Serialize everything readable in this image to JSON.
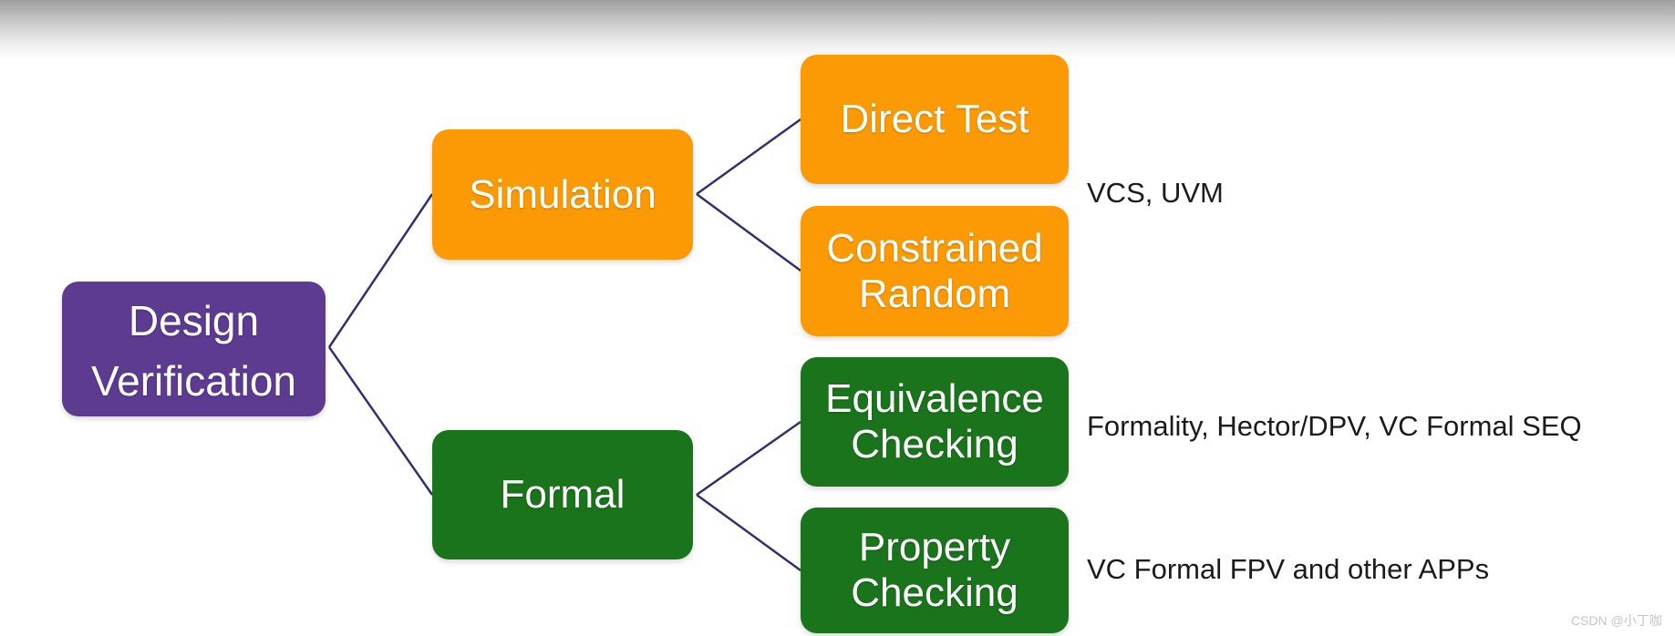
{
  "colors": {
    "root_purple": "#5C3B91",
    "simulation_orange": "#FB9A04",
    "formal_green": "#1A741C",
    "connector_navy": "#32306E",
    "annotation_text": "#1b1b1b",
    "watermark_gray": "#c6c6c6",
    "background_top_gray": "#9e9e9e",
    "background_white": "#ffffff"
  },
  "nodes": {
    "root": {
      "label": "Design\nVerification"
    },
    "simulation": {
      "label": "Simulation"
    },
    "formal": {
      "label": "Formal"
    },
    "direct_test": {
      "label": "Direct Test"
    },
    "constrained_random": {
      "label": "Constrained\nRandom"
    },
    "equivalence_checking": {
      "label": "Equivalence\nChecking"
    },
    "property_checking": {
      "label": "Property\nChecking"
    }
  },
  "annotations": {
    "simulation_tools": "VCS, UVM",
    "equivalence_tools": "Formality, Hector/DPV, VC Formal SEQ",
    "property_tools": "VC Formal FPV and other APPs"
  },
  "watermark": "CSDN @小丁咖"
}
